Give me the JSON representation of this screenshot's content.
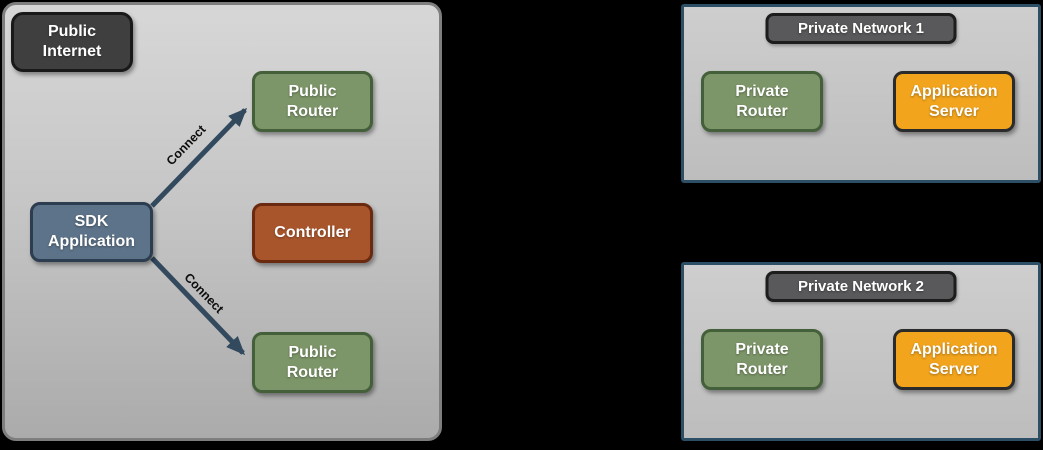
{
  "colors": {
    "background": "#000000",
    "public_panel_border": "#7e7e7e",
    "private_panel_border": "#2d4f66",
    "dark_node_fill": "#3f3f3f",
    "green_node_fill": "#7d9669",
    "green_node_border": "#44603a",
    "slate_node_fill": "#5d7389",
    "rust_node_fill": "#a9552c",
    "orange_node_fill": "#f2a41c",
    "arrow_color": "#32495e",
    "network_title_fill": "#59595b"
  },
  "public_internet": {
    "label": "Public Internet",
    "nodes": {
      "public_router_top": {
        "label": "Public Router"
      },
      "sdk_application": {
        "label": "SDK Application"
      },
      "controller": {
        "label": "Controller"
      },
      "public_router_bottom": {
        "label": "Public Router"
      }
    },
    "edges": {
      "connect_top": {
        "label": "Connect"
      },
      "connect_bottom": {
        "label": "Connect"
      }
    }
  },
  "private_networks": [
    {
      "title": "Private Network 1",
      "router_label": "Private Router",
      "server_label": "Application Server"
    },
    {
      "title": "Private Network 2",
      "router_label": "Private Router",
      "server_label": "Application Server"
    }
  ]
}
